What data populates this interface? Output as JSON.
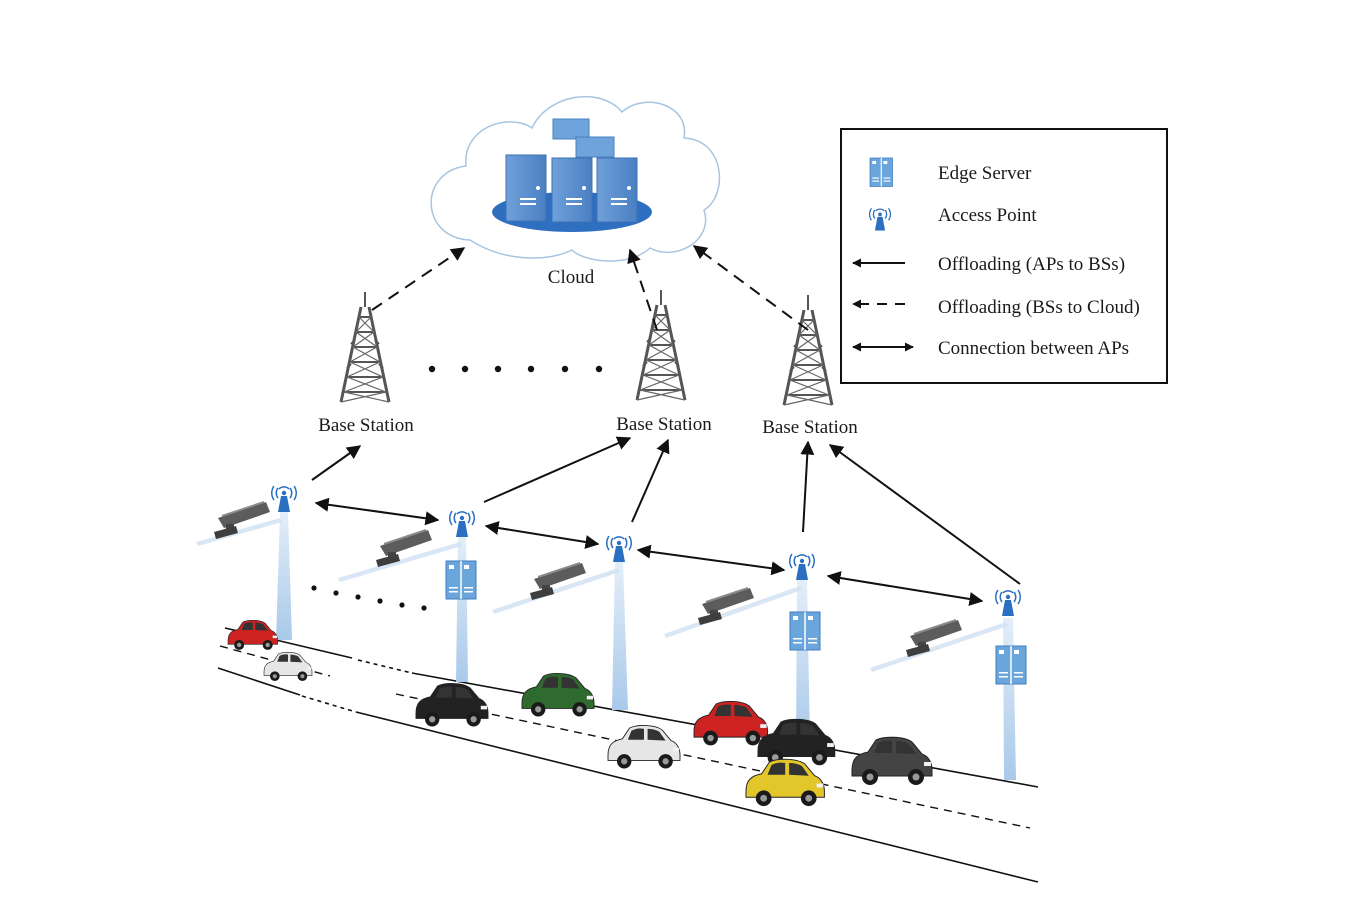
{
  "cloud": {
    "label": "Cloud"
  },
  "base_stations": [
    {
      "label": "Base Station"
    },
    {
      "label": "Base Station"
    },
    {
      "label": "Base Station"
    }
  ],
  "legend": {
    "items": [
      {
        "icon": "edge-server-icon",
        "label": "Edge Server"
      },
      {
        "icon": "access-point-icon",
        "label": "Access Point"
      },
      {
        "icon": "solid-arrow-icon",
        "label": "Offloading (APs to BSs)"
      },
      {
        "icon": "dashed-arrow-icon",
        "label": "Offloading (BSs to Cloud)"
      },
      {
        "icon": "double-arrow-icon",
        "label": "Connection between APs"
      }
    ]
  },
  "colors": {
    "server_blue": "#5b8fcf",
    "ap_blue": "#2a6fc0",
    "tower_gray": "#555555",
    "beam": "#bcd6ee",
    "arrow": "#111111"
  },
  "cars": [
    {
      "color": "#cc2222"
    },
    {
      "color": "#e6e6e6"
    },
    {
      "color": "#222222"
    },
    {
      "color": "#2f6b2f"
    },
    {
      "color": "#e6e6e6"
    },
    {
      "color": "#cc2222"
    },
    {
      "color": "#222222"
    },
    {
      "color": "#e3c62a"
    },
    {
      "color": "#444444"
    }
  ]
}
